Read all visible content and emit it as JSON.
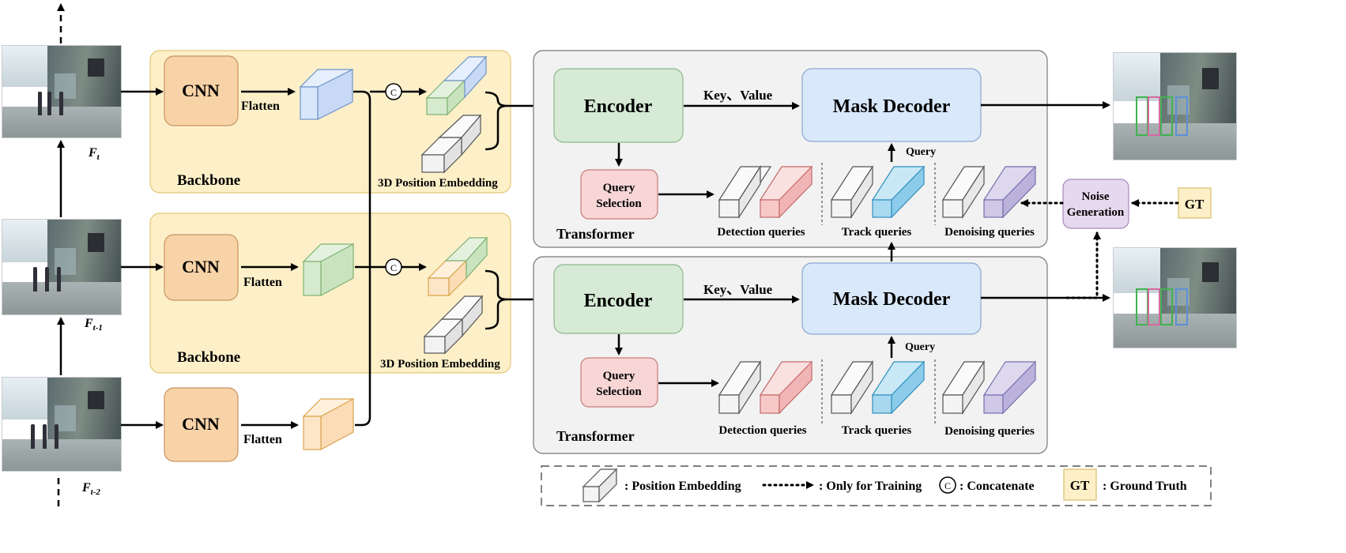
{
  "frames": {
    "t": {
      "label": "F",
      "sub": "t"
    },
    "t1": {
      "label": "F",
      "sub": "t-1"
    },
    "t2": {
      "label": "F",
      "sub": "t-2"
    }
  },
  "backbone": {
    "cnn_label": "CNN",
    "flatten_label": "Flatten",
    "backbone_label": "Backbone",
    "position_embedding_label": "3D Position Embedding",
    "concat_symbol": "C"
  },
  "transformer": {
    "encoder_label": "Encoder",
    "decoder_label": "Mask Decoder",
    "key_value_label": "Key、Value",
    "query_label": "Query",
    "query_selection_label": [
      "Query",
      "Selection"
    ],
    "transformer_label": "Transformer",
    "detection_queries_label": "Detection queries",
    "track_queries_label": "Track queries",
    "denoising_queries_label": "Denoising queries"
  },
  "noise_generation_label": [
    "Noise",
    "Generation"
  ],
  "gt_label": "GT",
  "legend": {
    "position_embedding": ": Position Embedding",
    "only_training": ": Only for Training",
    "concat_symbol": "C",
    "concatenate": ": Concatenate",
    "gt_symbol": "GT",
    "ground_truth": ": Ground Truth"
  },
  "colors": {
    "backbone_bg": "#fdf0c8",
    "backbone_border": "#e3c777",
    "cnn_fill": "#f9d3a8",
    "cnn_border": "#c79464",
    "transformer_bg": "#f2f2f2",
    "encoder_fill": "#d6ead6",
    "decoder_fill": "#d9e8fb",
    "query_sel_fill": "#f8d6d6",
    "noise_fill": "#e6d8ee",
    "gt_fill": "#fdf0c8",
    "blue_feature": "#d8e6fb",
    "green_feature": "#d6eacd",
    "orange_feature": "#fde5c8",
    "red_query": "#f7c8c8",
    "cyan_query": "#a9d9f0",
    "purple_query": "#cfc8e6"
  }
}
